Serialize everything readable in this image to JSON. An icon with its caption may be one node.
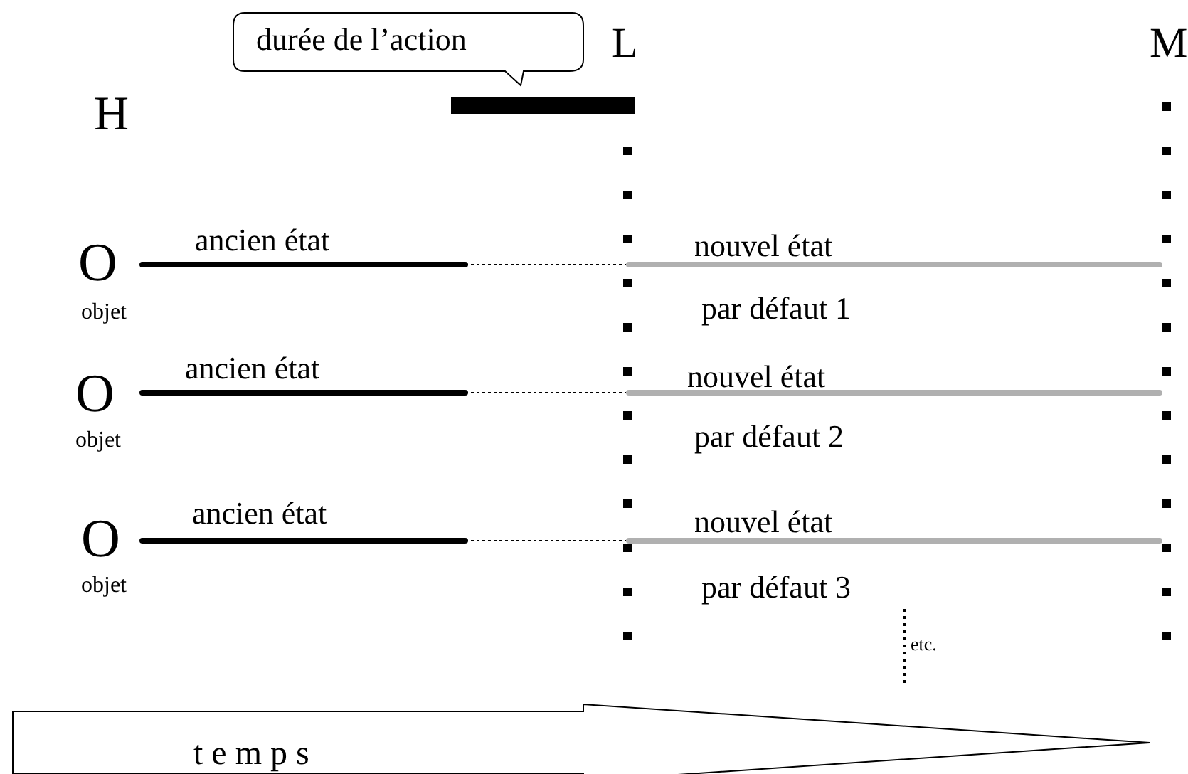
{
  "diagram": {
    "nodes": [
      {
        "text": [
          "durée de l’action"
        ]
      },
      {
        "text": [
          "temps"
        ]
      }
    ],
    "edges": [],
    "labels": [
      "L",
      "M",
      "H",
      "ancien état",
      "nouvel état",
      "O",
      "objet",
      "par défaut 1",
      "ancien état",
      "nouvel état",
      "O",
      "objet",
      "par défaut 2",
      "ancien état",
      "nouvel état",
      "O",
      "objet",
      "par défaut 3",
      "etc."
    ]
  }
}
